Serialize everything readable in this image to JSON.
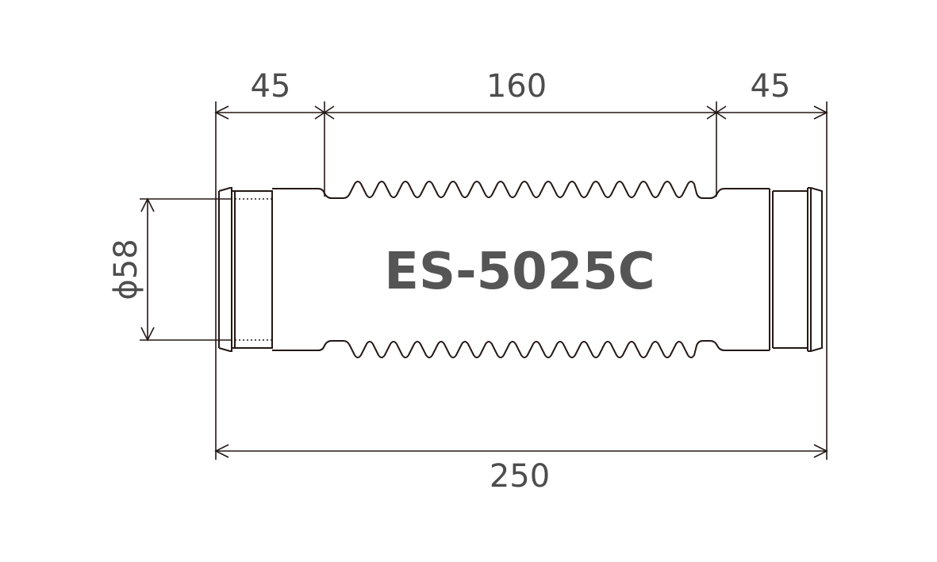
{
  "drawing": {
    "model": "ES-5025C",
    "dimensions": {
      "left_end_length": "45",
      "bellows_length": "160",
      "right_end_length": "45",
      "overall_length": "250",
      "diameter": "ϕ58"
    }
  }
}
